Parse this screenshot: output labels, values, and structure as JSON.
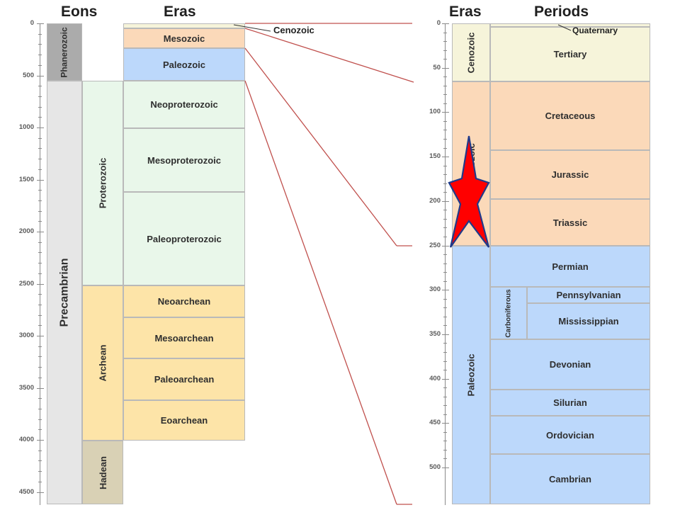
{
  "headers": {
    "eons": "Eons",
    "eras_left": "Eras",
    "eras_right": "Eras",
    "periods": "Periods"
  },
  "left_axis_ticks": [
    "0",
    "500",
    "1000",
    "1500",
    "2000",
    "2500",
    "3000",
    "3500",
    "4000",
    "4500"
  ],
  "right_axis_ticks": [
    "0",
    "50",
    "100",
    "150",
    "200",
    "250",
    "300",
    "350",
    "400",
    "450",
    "500"
  ],
  "eons": {
    "phanerozoic": "Phanerozoic",
    "precambrian": "Precambrian",
    "proterozoic": "Proterozoic",
    "archean": "Archean",
    "hadean": "Hadean"
  },
  "left_eras": {
    "cenozoic_callout": "Cenozoic",
    "mesozoic": "Mesozoic",
    "paleozoic": "Paleozoic",
    "neoproterozoic": "Neoproterozoic",
    "mesoproterozoic": "Mesoproterozoic",
    "paleoproterozoic": "Paleoproterozoic",
    "neoarchean": "Neoarchean",
    "mesoarchean": "Mesoarchean",
    "paleoarchean": "Paleoarchean",
    "eoarchean": "Eoarchean"
  },
  "right_eras": {
    "cenozoic": "Cenozoic",
    "mesozoic": "Mesozoic",
    "paleozoic": "Paleozoic",
    "carboniferous": "Carboniferous"
  },
  "periods": {
    "quaternary_callout": "Quaternary",
    "tertiary": "Tertiary",
    "cretaceous": "Cretaceous",
    "jurassic": "Jurassic",
    "triassic": "Triassic",
    "permian": "Permian",
    "pennsylvanian": "Pennsylvanian",
    "mississippian": "Mississippian",
    "devonian": "Devonian",
    "silurian": "Silurian",
    "ordovician": "Ordovician",
    "cambrian": "Cambrian"
  },
  "colors": {
    "phanerozoic": "#ababab",
    "precambrian": "#e6e6e6",
    "proterozoic": "#e9f7ea",
    "archean": "#fde4a8",
    "hadean": "#d9d1b5",
    "cenozoic": "#f6f4da",
    "mesozoic": "#fbd9b9",
    "paleozoic": "#bcd8fb",
    "connector": "#c0504d",
    "star_fill": "#ff0000",
    "star_stroke": "#1f3a8a"
  },
  "marker": "red-star"
}
